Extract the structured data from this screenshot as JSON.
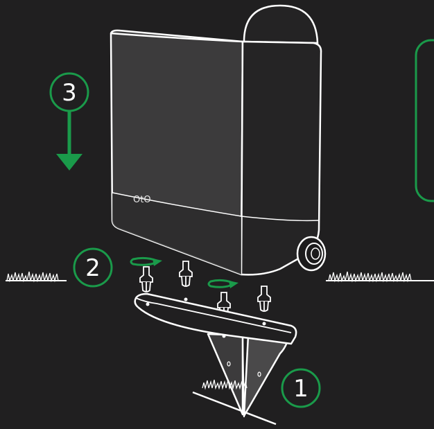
{
  "steps": [
    {
      "number": "1"
    },
    {
      "number": "2"
    },
    {
      "number": "3"
    }
  ],
  "device": {
    "brand_mark": "OtO"
  },
  "colors": {
    "background": "#201f20",
    "accent": "#1a9a4a",
    "line": "#ffffff",
    "device_front": "#3c3b3c",
    "device_side": "#252425"
  },
  "icons": [
    "rotate-arrow-icon",
    "down-arrow-icon",
    "grass-icon",
    "screw-peg-icon"
  ]
}
